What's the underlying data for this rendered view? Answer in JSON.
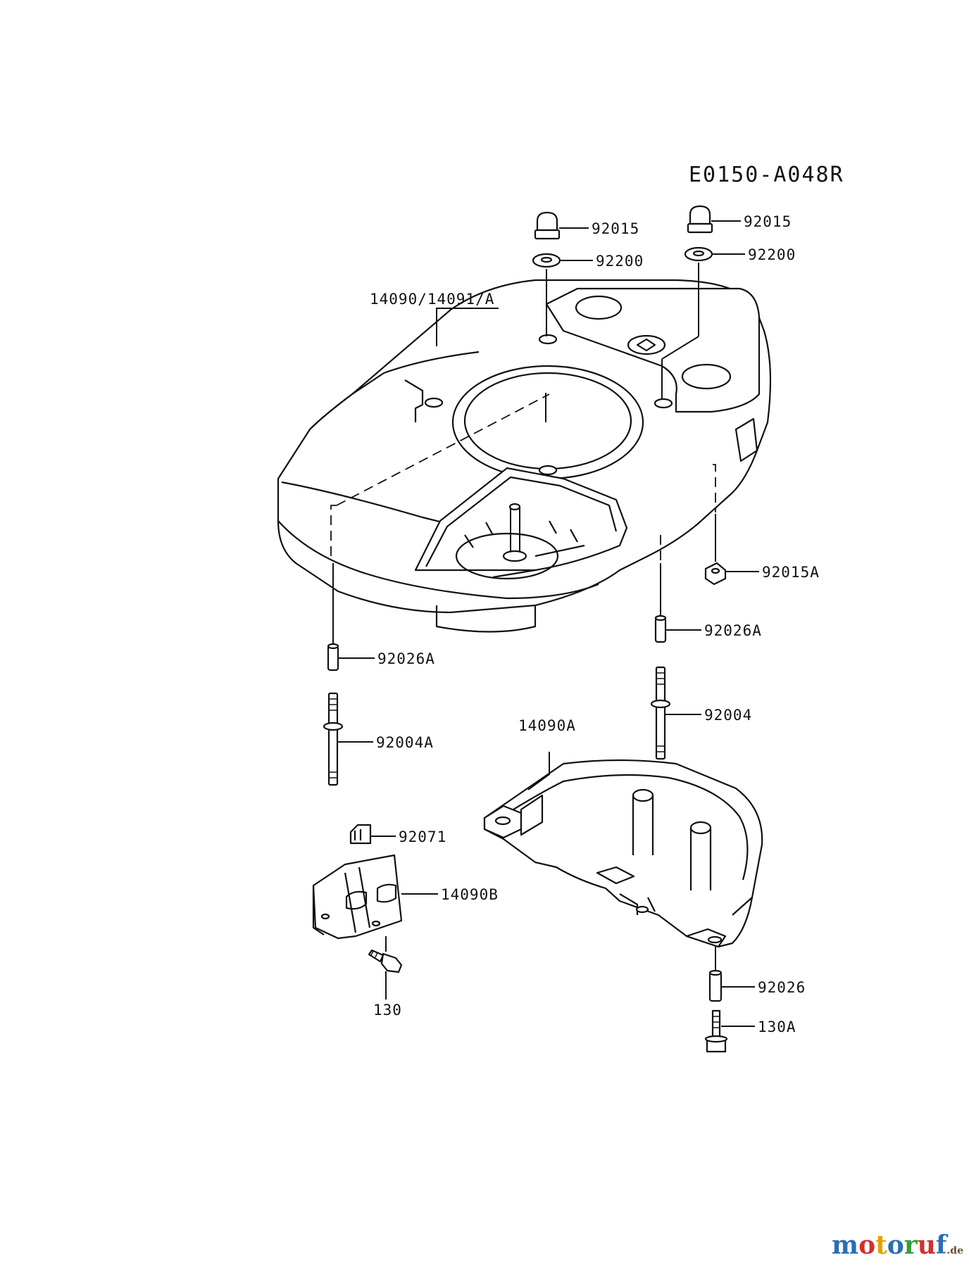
{
  "diagram_id": "E0150-A048R",
  "labels": {
    "l92015_a": "92015",
    "l92015_b": "92015",
    "l92200_a": "92200",
    "l92200_b": "92200",
    "l14090": "14090/14091/A",
    "l92015A": "92015A",
    "l92026A_right": "92026A",
    "l92026A_left": "92026A",
    "l92004": "92004",
    "l92004A": "92004A",
    "l14090A": "14090A",
    "l92071": "92071",
    "l14090B": "14090B",
    "l130": "130",
    "l92026": "92026",
    "l130A": "130A"
  },
  "watermark": {
    "letters": [
      "m",
      "o",
      "t",
      "o",
      "r",
      "u",
      "f"
    ],
    "colors": [
      "#2a6db5",
      "#d0312d",
      "#e5a100",
      "#2a6db5",
      "#3a9a3a",
      "#d0312d",
      "#2a6db5"
    ],
    "suffix": ".de"
  }
}
